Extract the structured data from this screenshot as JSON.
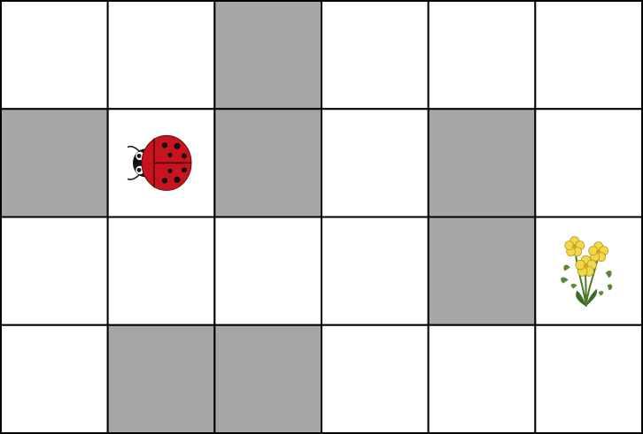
{
  "grid": {
    "rows": 4,
    "cols": 6,
    "cells": [
      [
        "empty",
        "empty",
        "wall",
        "empty",
        "empty",
        "empty"
      ],
      [
        "wall",
        "ladybug",
        "wall",
        "empty",
        "wall",
        "empty"
      ],
      [
        "empty",
        "empty",
        "empty",
        "empty",
        "wall",
        "flower"
      ],
      [
        "empty",
        "wall",
        "wall",
        "empty",
        "empty",
        "empty"
      ]
    ]
  },
  "colors": {
    "empty": "#ffffff",
    "wall": "#a6a6a6",
    "line": "#000000",
    "ladybug_shell": "#c8141e",
    "flower_petal": "#f0d84a"
  },
  "pieces": {
    "player": {
      "icon": "ladybug-icon",
      "row": 1,
      "col": 1
    },
    "goal": {
      "icon": "flower-icon",
      "row": 2,
      "col": 5
    }
  }
}
